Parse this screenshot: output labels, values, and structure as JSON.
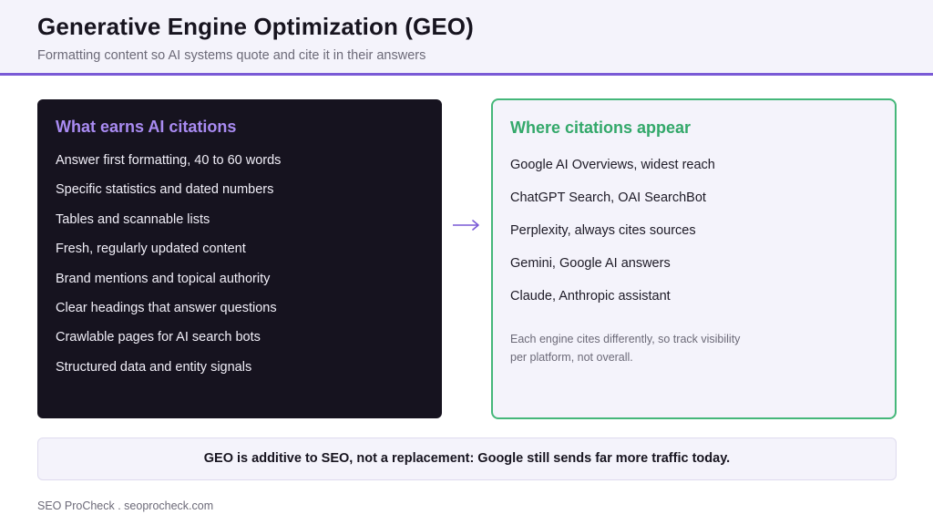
{
  "header": {
    "title": "Generative Engine Optimization (GEO)",
    "subtitle": "Formatting content so AI systems quote and cite it in their answers"
  },
  "left_panel": {
    "title": "What earns AI citations",
    "items": [
      "Answer first formatting, 40 to 60 words",
      "Specific statistics and dated numbers",
      "Tables and scannable lists",
      "Fresh, regularly updated content",
      "Brand mentions and topical authority",
      "Clear headings that answer questions",
      "Crawlable pages for AI search bots",
      "Structured data and entity signals"
    ]
  },
  "right_panel": {
    "title": "Where citations appear",
    "items": [
      "Google AI Overviews, widest reach",
      "ChatGPT Search, OAI SearchBot",
      "Perplexity, always cites sources",
      "Gemini, Google AI answers",
      "Claude, Anthropic assistant"
    ],
    "note": "Each engine cites differently, so track visibility per platform, not overall."
  },
  "banner": {
    "text": "GEO is additive to SEO, not a replacement: Google still sends far more traffic today."
  },
  "footer": {
    "text": "SEO ProCheck . seoprocheck.com"
  },
  "icons": {
    "arrow": "arrow-right-icon"
  },
  "colors": {
    "accent": "#7a5ad6",
    "dark_panel": "#16131f",
    "left_title": "#a98bf2",
    "right_title": "#33a86a",
    "right_border": "#45b77a",
    "light_bg": "#f4f3fb"
  }
}
